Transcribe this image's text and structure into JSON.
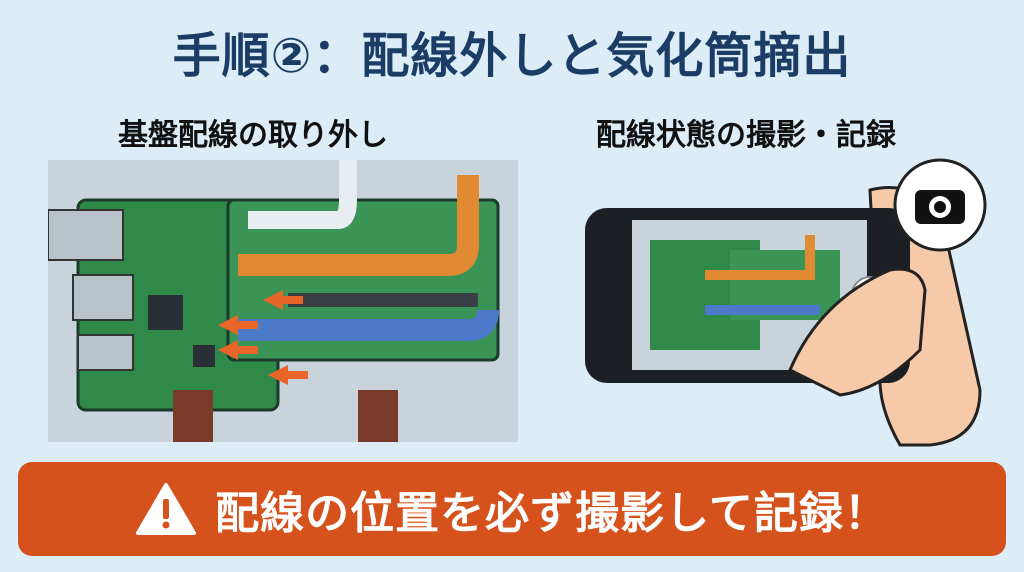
{
  "title": "手順②：配線外しと気化筒摘出",
  "left_panel": {
    "heading": "基盤配線の取り外し"
  },
  "right_panel": {
    "heading": "配線状態の撮影・記録"
  },
  "warning_banner": {
    "text": "配線の位置を必ず撮影して記録！",
    "icon": "warning-triangle-icon",
    "color": "#d6521d"
  },
  "colors": {
    "title": "#1b3c64",
    "background": "#dcedf8",
    "board": "#2f8a4a",
    "arrow": "#e8662a"
  }
}
